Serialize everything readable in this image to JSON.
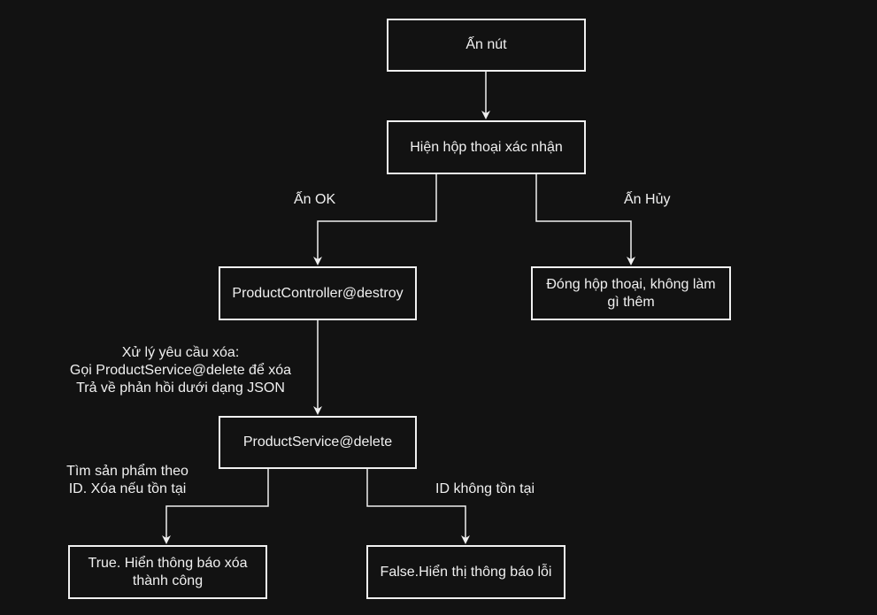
{
  "nodes": {
    "press_button": "Ấn nút",
    "show_dialog": "Hiện hộp thoại xác nhận",
    "controller_destroy": "ProductController@destroy",
    "close_dialog": [
      "Đóng hộp thoại, không làm",
      "gì thêm"
    ],
    "service_delete": "ProductService@delete",
    "success": [
      "True. Hiển thông báo xóa",
      "thành công"
    ],
    "failure": "False.Hiển thị thông báo lỗi"
  },
  "edge_labels": {
    "press_ok": "Ấn OK",
    "press_cancel": "Ấn Hủy",
    "process_request": [
      "Xử lý yêu cầu xóa:",
      "Gọi ProductService@delete để xóa",
      "Trả về phản hồi dưới dạng JSON"
    ],
    "find_product": [
      "Tìm sản phẩm theo",
      "ID. Xóa nếu tồn tại"
    ],
    "id_not_exist": "ID không tồn tại"
  },
  "colors": {
    "background": "#121212",
    "stroke": "#f0f0f0",
    "text": "#f0f0f0"
  }
}
